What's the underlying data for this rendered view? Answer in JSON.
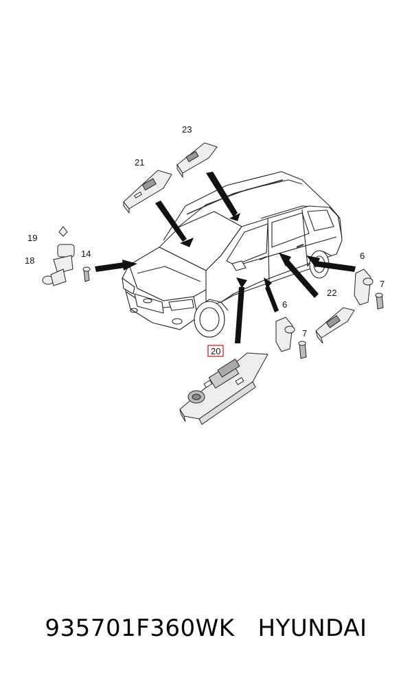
{
  "callouts": {
    "c23": "23",
    "c21": "21",
    "c19": "19",
    "c18": "18",
    "c14": "14",
    "c6a": "6",
    "c7a": "7",
    "c22": "22",
    "c6b": "6",
    "c7b": "7",
    "c20": "20"
  },
  "caption": {
    "part_number": "935701F360WK",
    "brand": "HYUNDAI"
  },
  "colors": {
    "highlight_box": "#d02020",
    "line": "#222222",
    "part_fill": "#eeeeee"
  }
}
